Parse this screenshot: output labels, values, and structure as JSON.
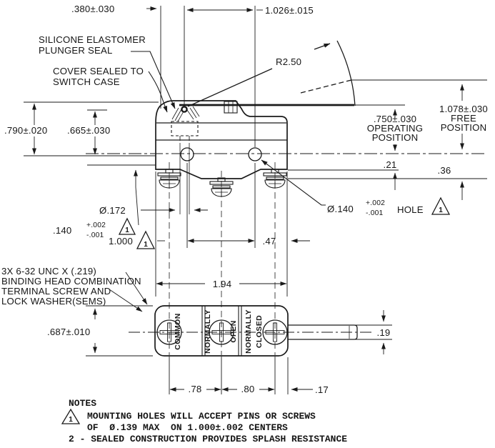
{
  "colors": {
    "ink": "#1a1a1a",
    "background": "#ffffff"
  },
  "labels": {
    "dim_380": ".380±.030",
    "dim_1026": "1.026±.015",
    "seal_callout_1": "SILICONE ELASTOMER",
    "seal_callout_2": "PLUNGER SEAL",
    "cover_callout_1": "COVER SEALED TO",
    "cover_callout_2": "SWITCH CASE",
    "radius": "R2.50",
    "free_1": "1.078±.030",
    "free_2": "FREE",
    "free_3": "POSITION",
    "op_1": ".750±.030",
    "op_2": "OPERATING",
    "op_3": "POSITION",
    "dim_790": ".790±.020",
    "dim_665": ".665±.030",
    "dim_140": ".140",
    "dim_140_tp": "+.002",
    "dim_140_tm": "-.001",
    "dim_21": ".21",
    "dim_36": ".36",
    "dia_172": "Ø.172",
    "hole_dia": "Ø.140",
    "hole_tp": "+.002",
    "hole_tm": "-.001",
    "hole_word": "HOLE",
    "dim_1000": "1.000",
    "dim_47": ".47",
    "dim_194": "1.94",
    "screw_note_1": "3X 6-32 UNC X (.219)",
    "screw_note_2": "BINDING HEAD COMBINATION",
    "screw_note_3": "TERMINAL SCREW AND",
    "screw_note_4": "LOCK WASHER(SEMS)",
    "dim_687": ".687±.010",
    "terminal_common": "COMMON",
    "terminal_no_1": "NORMALLY",
    "terminal_no_2": "OPEN",
    "terminal_nc_1": "NORMALLY",
    "terminal_nc_2": "CLOSED",
    "dim_78": ".78",
    "dim_80": ".80",
    "dim_17": ".17",
    "dim_19": ".19",
    "notes_title": "NOTES",
    "note1_line1": "MOUNTING HOLES WILL ACCEPT PINS OR SCREWS",
    "note1_line2": "OF  Ø.139 MAX  ON 1.000±.002 CENTERS",
    "note2": "2 - SEALED CONSTRUCTION PROVIDES SPLASH RESISTANCE",
    "flag": "1"
  }
}
